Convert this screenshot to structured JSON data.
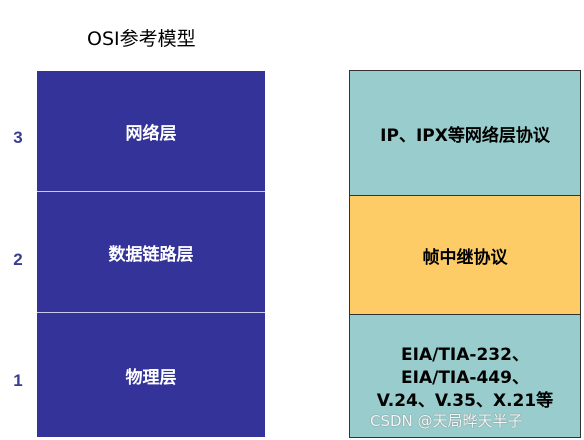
{
  "title": "OSI参考模型",
  "layers": [
    {
      "number": "3",
      "name": "网络层",
      "protocol": "IP、IPX等网络层协议"
    },
    {
      "number": "2",
      "name": "数据链路层",
      "protocol": "帧中继协议"
    },
    {
      "number": "1",
      "name": "物理层",
      "protocol_lines": [
        "EIA/TIA-232、",
        "EIA/TIA-449、",
        "V.24、V.35、X.21等"
      ]
    }
  ],
  "colors": {
    "osi_fill": "#333399",
    "protocol_fill_teal": "#99cccc",
    "protocol_fill_gold": "#fdcc66",
    "layer_number": "#3a3d8f"
  },
  "watermark": "CSDN @天局晔天半子"
}
